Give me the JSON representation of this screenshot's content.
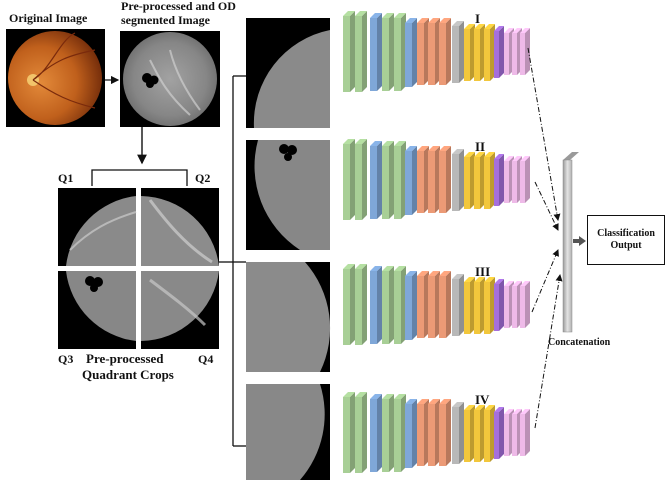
{
  "labels": {
    "original_image": "Original Image",
    "preprocessed_line1": "Pre-processed  and OD",
    "preprocessed_line2": "segmented Image",
    "q1": "Q1",
    "q2": "Q2",
    "q3": "Q3",
    "q4": "Q4",
    "quadrant_line1": "Pre-processed",
    "quadrant_line2": "Quadrant Crops",
    "branch_1": "I",
    "branch_2": "II",
    "branch_3": "III",
    "branch_4": "IV",
    "concatenation": "Concatenation",
    "classification_line1": "Classification",
    "classification_line2": "Output"
  },
  "colors": {
    "fundus_orange": "#c8641e",
    "fundus_dark": "#5a1e08",
    "gray_image": "#8a8a8a",
    "layer_green": "#a8cf96",
    "layer_blue": "#7fa7d8",
    "layer_orange": "#ec9a76",
    "layer_gray": "#b8b8b8",
    "layer_yellow": "#f2c73c",
    "layer_purple": "#a56fdc",
    "layer_pink": "#eebae8",
    "concat_bar": "#cfcfcf"
  }
}
